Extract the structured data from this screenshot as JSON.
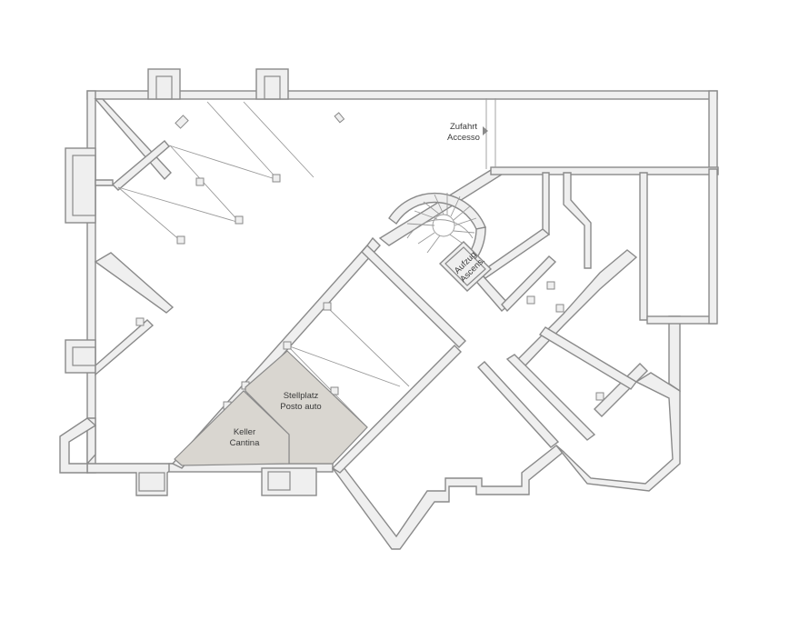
{
  "labels": {
    "entrance_line1": "Zufahrt",
    "entrance_line2": "Accesso",
    "elevator_line1": "Aufzug",
    "elevator_line2": "Ascens.",
    "parking_line1": "Stellplatz",
    "parking_line2": "Posto auto",
    "cellar_line1": "Keller",
    "cellar_line2": "Cantina"
  },
  "colors": {
    "wall_fill": "#efefef",
    "wall_stroke": "#8a8a8a",
    "highlight": "#d9d6d0",
    "background": "#ffffff"
  },
  "icons": {
    "entrance_marker": "triangle-right-icon"
  }
}
